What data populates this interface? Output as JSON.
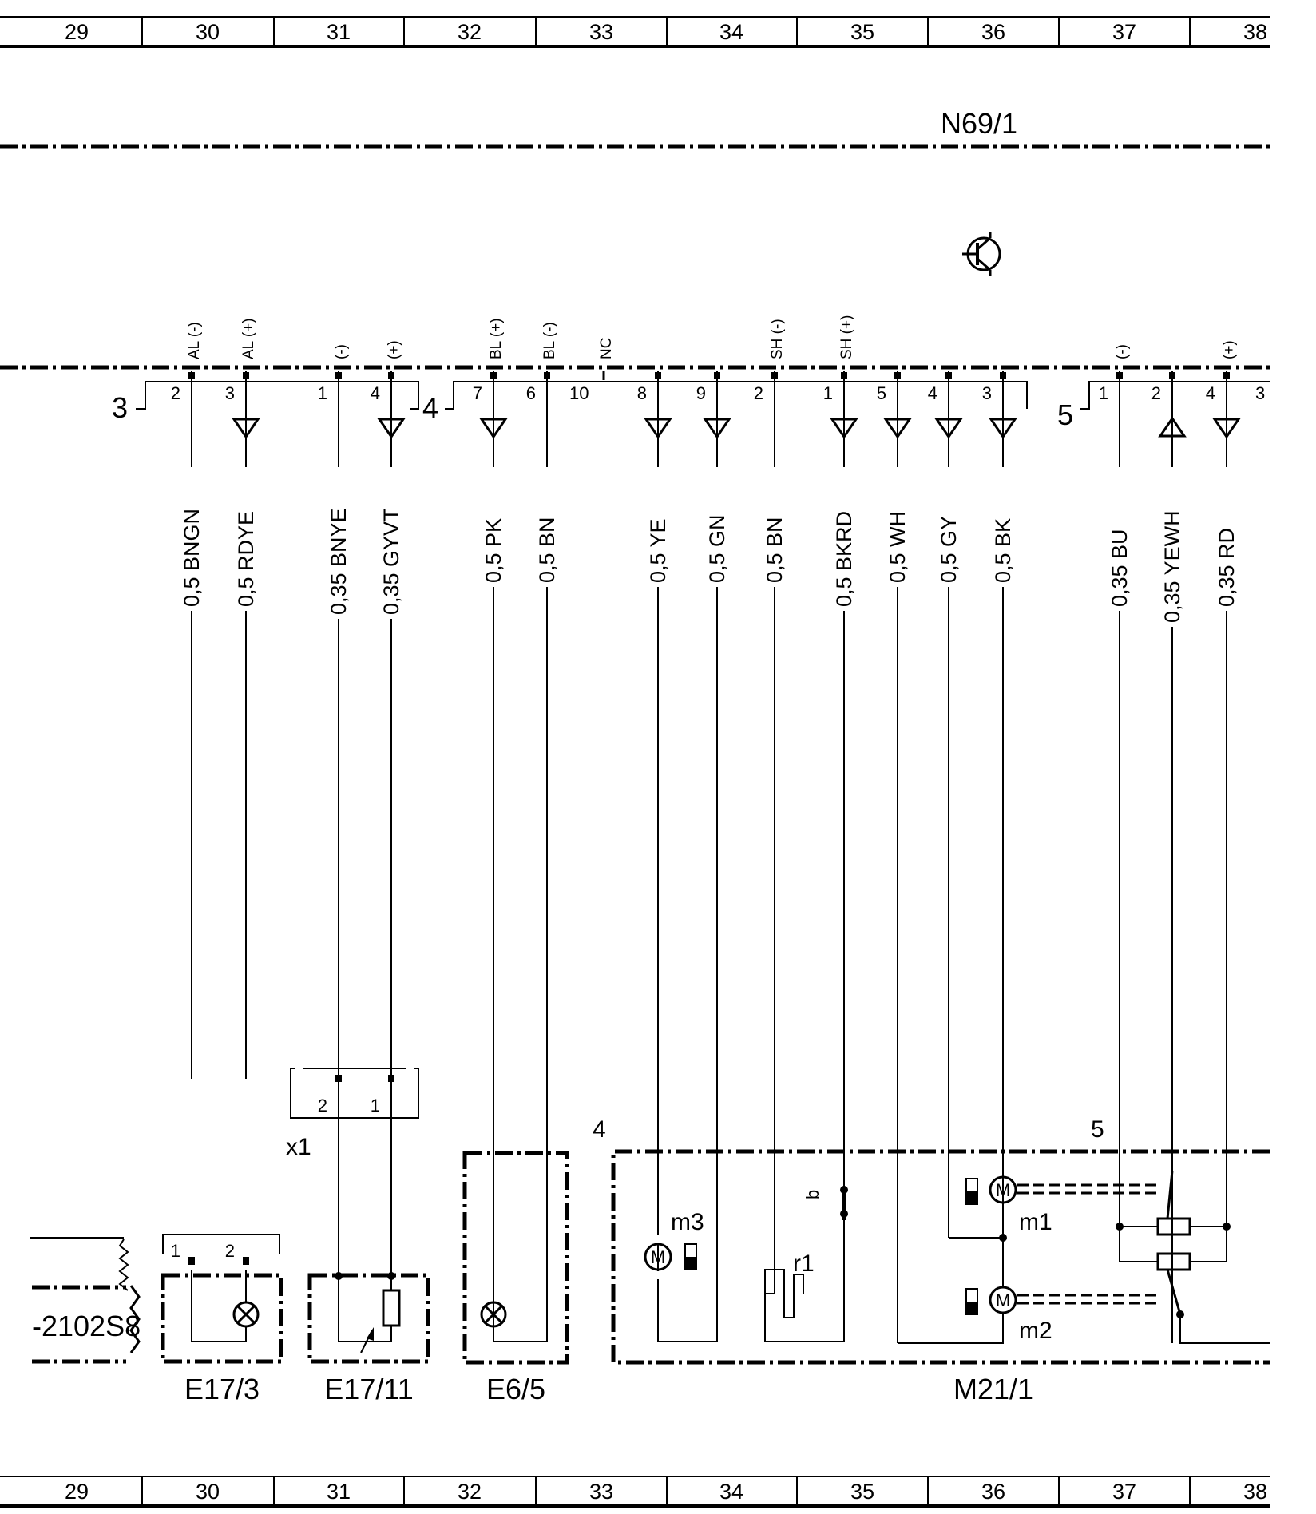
{
  "grid_columns": [
    "29",
    "30",
    "31",
    "32",
    "33",
    "34",
    "35",
    "36",
    "37",
    "38"
  ],
  "control_unit": {
    "label": "N69/1"
  },
  "connectors": {
    "c3": {
      "label": "3",
      "pins": [
        {
          "num": "2",
          "signal": "AL (-)",
          "color": "0,5 BNGN"
        },
        {
          "num": "3",
          "signal": "AL (+)",
          "color": "0,5 RDYE"
        },
        {
          "num": "1",
          "signal": "(-)",
          "color": "0,35 BNYE"
        },
        {
          "num": "4",
          "signal": "(+)",
          "color": "0,35 GYVT"
        }
      ]
    },
    "c4": {
      "label": "4",
      "pins": [
        {
          "num": "7",
          "signal": "BL (+)",
          "color": "0,5 PK"
        },
        {
          "num": "6",
          "signal": "BL (-)",
          "color": "0,5 BN"
        },
        {
          "num": "10",
          "signal": "NC",
          "color": ""
        },
        {
          "num": "8",
          "signal": "",
          "color": "0,5 YE"
        },
        {
          "num": "9",
          "signal": "",
          "color": "0,5 GN"
        },
        {
          "num": "2",
          "signal": "SH (-)",
          "color": "0,5 BN"
        },
        {
          "num": "1",
          "signal": "SH (+)",
          "color": "0,5 BKRD"
        },
        {
          "num": "5",
          "signal": "",
          "color": "0,5 WH"
        },
        {
          "num": "4",
          "signal": "",
          "color": "0,5 GY"
        },
        {
          "num": "3",
          "signal": "",
          "color": "0,5 BK"
        }
      ]
    },
    "c5": {
      "label": "5",
      "pins": [
        {
          "num": "1",
          "signal": "(-)",
          "color": "0,35 BU"
        },
        {
          "num": "2",
          "signal": "",
          "color": "0,35 YEWH"
        },
        {
          "num": "4",
          "signal": "(+)",
          "color": "0,35 RD"
        },
        {
          "num": "3",
          "signal": "",
          "color": ""
        }
      ]
    }
  },
  "x1": {
    "label": "x1",
    "pins": [
      "2",
      "1"
    ]
  },
  "e17_3": {
    "label": "E17/3",
    "pins": [
      "1",
      "2"
    ]
  },
  "e17_11": {
    "label": "E17/11"
  },
  "e6_5": {
    "label": "E6/5"
  },
  "m21_1": {
    "label": "M21/1",
    "box_number": "4",
    "box5_number": "5",
    "m3": "m3",
    "m1": "m1",
    "m2": "m2",
    "r1": "r1",
    "b": "b",
    "motor_letter": "M"
  },
  "left_component": {
    "label": "-2102S8"
  }
}
